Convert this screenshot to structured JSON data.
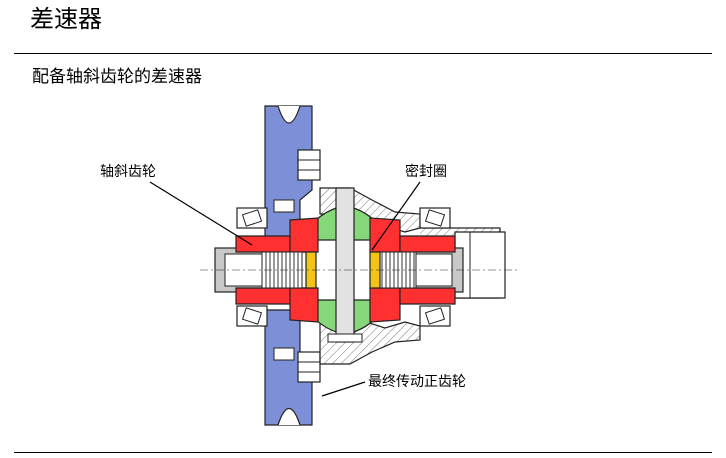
{
  "header": {
    "title": "差速器"
  },
  "section": {
    "subtitle": "配备轴斜齿轮的差速器"
  },
  "callouts": {
    "axle_bevel_gear": "轴斜齿轮",
    "seal": "密封圈",
    "final_drive_gear": "最终传动正齿轮"
  },
  "colors": {
    "ring_gear": "#7d8fd6",
    "axle_bevel_gear": "#ff3030",
    "pinion_gears": "#86d67a",
    "seal": "#f2c417",
    "shaft": "#b0b0b0"
  },
  "icons": [
    "ring-gear-icon",
    "axle-bevel-gear-icon",
    "pinion-gear-icon",
    "seal-icon",
    "bearing-icon"
  ]
}
